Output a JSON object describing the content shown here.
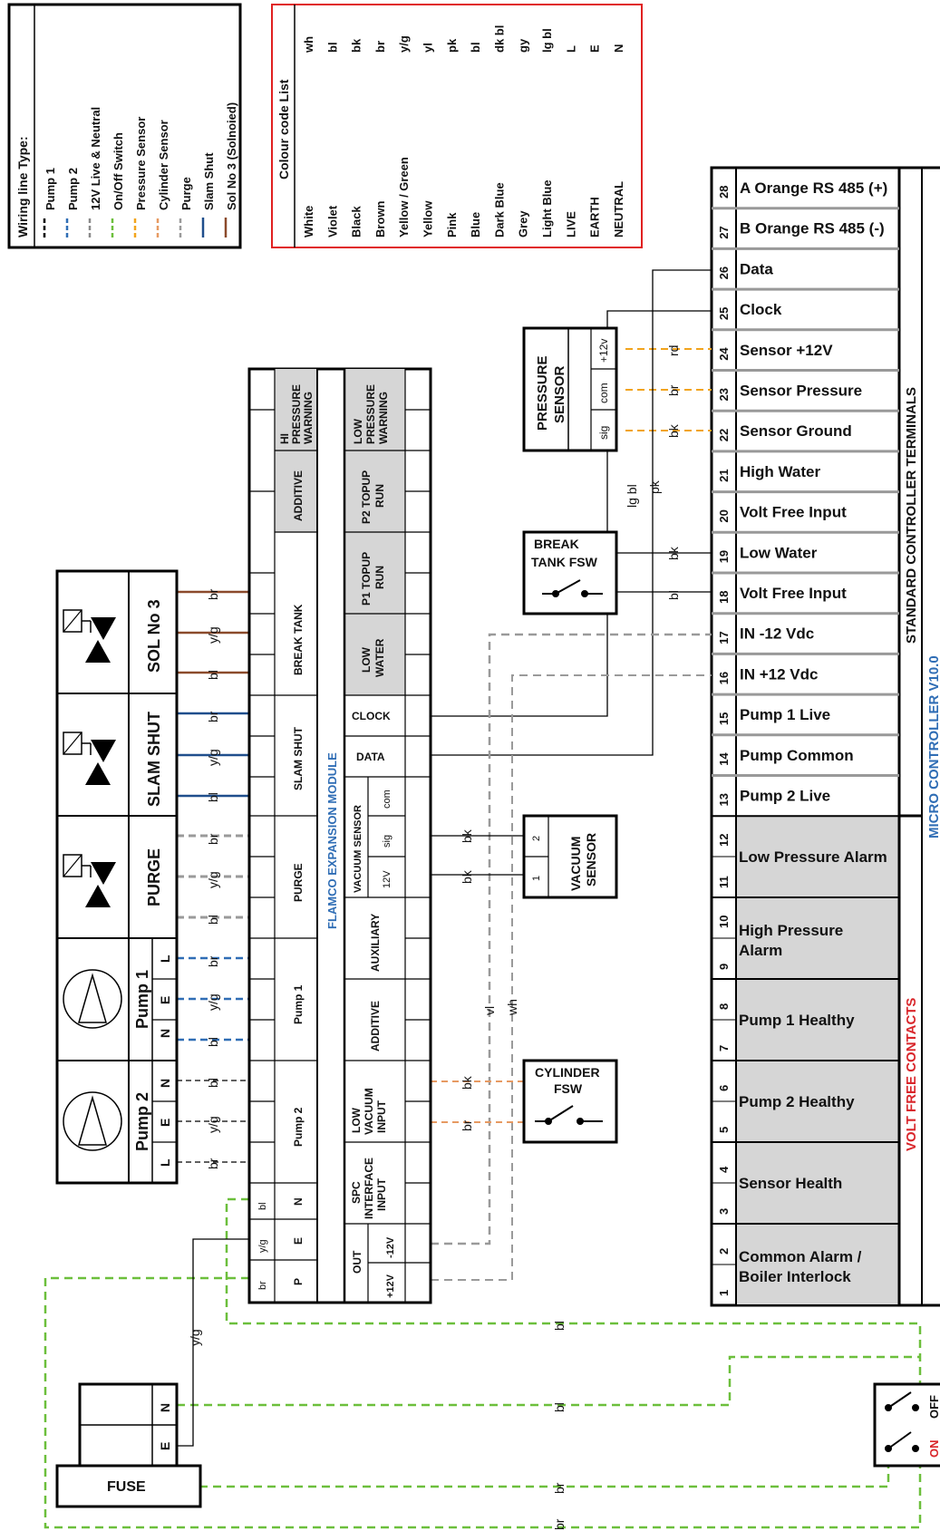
{
  "wiring_legend": {
    "title": "Wiring line Type:",
    "items": [
      {
        "label": "Pump 1",
        "color": "#000000",
        "style": "dashed"
      },
      {
        "label": "Pump 2",
        "color": "#2f6db5",
        "style": "dashed"
      },
      {
        "label": "12V Live & Neutral",
        "color": "#8a8a8a",
        "style": "dashed"
      },
      {
        "label": "On/Off Switch",
        "color": "#6cbf3c",
        "style": "dashed"
      },
      {
        "label": "Pressure Sensor",
        "color": "#f2a41c",
        "style": "dashed"
      },
      {
        "label": "Cylinder Sensor",
        "color": "#e79a62",
        "style": "dashed"
      },
      {
        "label": "Purge",
        "color": "#9a9a9a",
        "style": "dashed"
      },
      {
        "label": "Slam Shut",
        "color": "#1f4e8c",
        "style": "solid"
      },
      {
        "label": "Sol No 3 (Solnoied)",
        "color": "#8b4a2b",
        "style": "solid"
      }
    ]
  },
  "colour_codes": {
    "title": "Colour code List",
    "items": [
      {
        "name": "White",
        "code": "wh"
      },
      {
        "name": "Violet",
        "code": "bl"
      },
      {
        "name": "Black",
        "code": "bk"
      },
      {
        "name": "Brown",
        "code": "br"
      },
      {
        "name": "Yellow / Green",
        "code": "y/g"
      },
      {
        "name": "Yellow",
        "code": "yl"
      },
      {
        "name": "Pink",
        "code": "pk"
      },
      {
        "name": "Blue",
        "code": "bl"
      },
      {
        "name": "Dark Blue",
        "code": "dk bl"
      },
      {
        "name": "Grey",
        "code": "gy"
      },
      {
        "name": "Light Blue",
        "code": "lg bl"
      },
      {
        "name": "LIVE",
        "code": "L"
      },
      {
        "name": "EARTH",
        "code": "E"
      },
      {
        "name": "NEUTRAL",
        "code": "N"
      }
    ]
  },
  "controller": {
    "title": "STANDARD CONTROLLER TERMINALS",
    "subtitle": "MICRO CONTROLLER V10.0",
    "vfc_title": "VOLT FREE CONTACTS",
    "terminals": [
      {
        "n": "28",
        "label": "A Orange RS 485 (+)"
      },
      {
        "n": "27",
        "label": "B Orange RS 485 (-)"
      },
      {
        "n": "26",
        "label": "Data"
      },
      {
        "n": "25",
        "label": "Clock"
      },
      {
        "n": "24",
        "label": "Sensor +12V"
      },
      {
        "n": "23",
        "label": "Sensor Pressure"
      },
      {
        "n": "22",
        "label": "Sensor Ground"
      },
      {
        "n": "21",
        "label": "High Water"
      },
      {
        "n": "20",
        "label": "Volt Free Input"
      },
      {
        "n": "19",
        "label": "Low Water"
      },
      {
        "n": "18",
        "label": "Volt Free Input"
      },
      {
        "n": "17",
        "label": "IN -12 Vdc"
      },
      {
        "n": "16",
        "label": "IN +12 Vdc"
      },
      {
        "n": "15",
        "label": "Pump 1 Live"
      },
      {
        "n": "14",
        "label": "Pump Common"
      },
      {
        "n": "13",
        "label": "Pump 2 Live"
      }
    ],
    "vfc": [
      {
        "n": [
          "12",
          "11"
        ],
        "label1": "Low Pressure Alarm",
        "label2": ""
      },
      {
        "n": [
          "10",
          "9"
        ],
        "label1": "High Pressure",
        "label2": "Alarm"
      },
      {
        "n": [
          "8",
          "7"
        ],
        "label1": "Pump 1 Healthy",
        "label2": ""
      },
      {
        "n": [
          "6",
          "5"
        ],
        "label1": "Pump 2 Healthy",
        "label2": ""
      },
      {
        "n": [
          "4",
          "3"
        ],
        "label1": "Sensor Health",
        "label2": ""
      },
      {
        "n": [
          "2",
          "1"
        ],
        "label1": "Common Alarm /",
        "label2": "Boiler Interlock"
      }
    ]
  },
  "expansion": {
    "title": "FLAMCO EXPANSION MODULE",
    "outer": {
      "hi_pressure": [
        "HI",
        "PRESSURE",
        "WARNING"
      ],
      "additive": "ADDITIVE",
      "break_tank": "BREAK TANK",
      "slam_shut": "SLAM SHUT",
      "purge": "PURGE",
      "pump1": "Pump 1",
      "pump2": "Pump 2",
      "n": "N",
      "e": "E",
      "p": "P",
      "col_bl": "bl",
      "col_yg": "y/g",
      "col_br": "br"
    },
    "inner": {
      "low_pressure": [
        "LOW",
        "PRESSURE",
        "WARNING"
      ],
      "p2_topup": [
        "P2 TOPUP",
        "RUN"
      ],
      "p1_topup": [
        "P1 TOPUP",
        "RUN"
      ],
      "low_water": [
        "LOW",
        "WATER"
      ],
      "clock": "CLOCK",
      "data": "DATA",
      "vacuum_sensor": "VACUUM SENSOR",
      "com": "com",
      "sig": "sig",
      "v12": "12V",
      "auxiliary": "AUXILIARY",
      "additive": "ADDITIVE",
      "low_vacuum": [
        "LOW",
        "VACUUM",
        "INPUT"
      ],
      "spc": [
        "SPC",
        "INTERFACE",
        "INPUT"
      ],
      "out": "OUT",
      "plus12": "+12V",
      "minus12": "-12V"
    }
  },
  "devices": {
    "pressure_sensor": {
      "title": [
        "PRESSURE",
        "SENSOR"
      ],
      "pins": [
        "sig",
        "com",
        "+12v"
      ]
    },
    "break_tank_fsw": {
      "title": [
        "BREAK",
        "TANK FSW"
      ]
    },
    "vacuum_sensor": {
      "title": [
        "VACUUM",
        "SENSOR"
      ],
      "pins": [
        "2",
        "1"
      ]
    },
    "cylinder_fsw": {
      "title": [
        "CYLINDER",
        "FSW"
      ]
    },
    "sol3": {
      "label": "SOL No 3",
      "wires": [
        "bl",
        "y/g",
        "br"
      ]
    },
    "slam_shut": {
      "label": "SLAM SHUT",
      "wires": [
        "bl",
        "y/g",
        "br"
      ]
    },
    "purge": {
      "label": "PURGE",
      "wires": [
        "bl",
        "y/g",
        "br"
      ]
    },
    "pump1": {
      "label": "Pump 1",
      "terminals": [
        "N",
        "E",
        "L"
      ],
      "wires": [
        "bl",
        "y/g",
        "br"
      ]
    },
    "pump2": {
      "label": "Pump 2",
      "terminals": [
        "N",
        "E",
        "L"
      ],
      "wires": [
        "bl",
        "y/g",
        "br"
      ]
    },
    "fuse": {
      "label": "FUSE",
      "terminals": [
        "E",
        "N"
      ]
    },
    "switch": {
      "on": "ON",
      "off": "OFF"
    }
  },
  "wire_labels": {
    "rd": "rd",
    "br": "br",
    "bk": "bk",
    "lg_bl": "lg bl",
    "pk": "pk",
    "bl": "bl",
    "vl": "vl",
    "wh": "wh",
    "yg": "y/g"
  }
}
